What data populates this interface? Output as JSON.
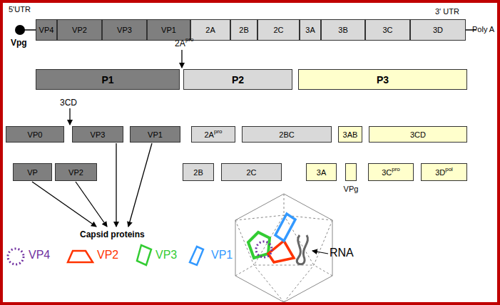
{
  "diagram": {
    "nodes": [
      {
        "text": [
          "VP4"
        ]
      },
      {
        "text": [
          "VP2"
        ]
      },
      {
        "text": [
          "VP3"
        ]
      },
      {
        "text": [
          "VP1"
        ]
      },
      {
        "text": [
          "2A"
        ]
      },
      {
        "text": [
          "2B"
        ]
      },
      {
        "text": [
          "2C"
        ]
      },
      {
        "text": [
          "3A"
        ]
      },
      {
        "text": [
          "3B"
        ]
      },
      {
        "text": [
          "3C"
        ]
      },
      {
        "text": [
          "3D"
        ]
      },
      {
        "text": [
          "P1"
        ]
      },
      {
        "text": [
          "P2"
        ]
      },
      {
        "text": [
          "P3"
        ]
      },
      {
        "text": [
          "VP0"
        ]
      },
      {
        "text": [
          "VP3"
        ]
      },
      {
        "text": [
          "VP1"
        ]
      },
      {
        "text": [
          "2A",
          "pro"
        ]
      },
      {
        "text": [
          "2BC"
        ]
      },
      {
        "text": [
          "3AB"
        ]
      },
      {
        "text": [
          "3CD"
        ]
      },
      {
        "text": [
          "VP"
        ]
      },
      {
        "text": [
          "VP2"
        ]
      },
      {
        "text": [
          "2B"
        ]
      },
      {
        "text": [
          "2C"
        ]
      },
      {
        "text": [
          "3A"
        ]
      },
      {
        "text": [
          "VPg"
        ]
      },
      {
        "text": [
          "3C",
          "pro"
        ]
      },
      {
        "text": [
          "3D",
          "pol"
        ]
      }
    ],
    "labels": [
      "5'UTR",
      "3' UTR",
      "Vpg",
      "Poly A",
      "2A",
      "pro",
      "3CD",
      "Capsid proteins",
      "RNA"
    ],
    "legend": [
      {
        "text": "VP4"
      },
      {
        "text": "VP2"
      },
      {
        "text": "VP3"
      },
      {
        "text": "VP1"
      }
    ]
  }
}
